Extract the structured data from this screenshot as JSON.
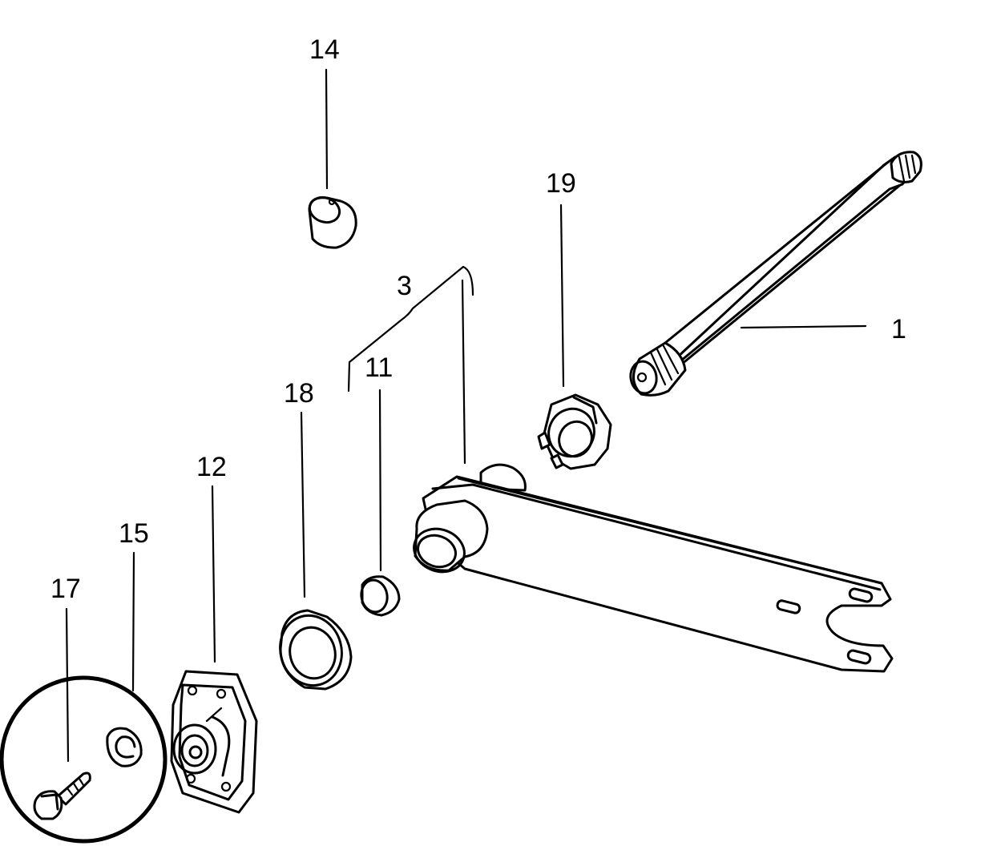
{
  "diagram": {
    "labels": {
      "l1": "1",
      "l3": "3",
      "l11": "11",
      "l12": "12",
      "l14": "14",
      "l15": "15",
      "l17": "17",
      "l18": "18",
      "l19": "19"
    },
    "line_color": "#000000",
    "background": "#ffffff"
  }
}
